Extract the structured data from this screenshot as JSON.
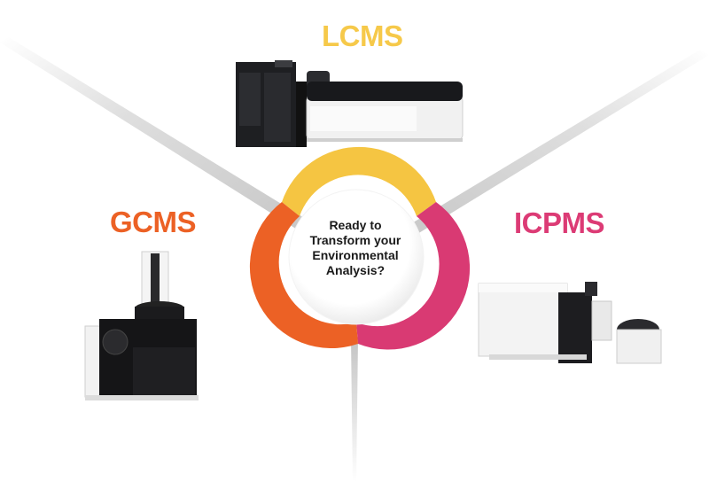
{
  "labels": {
    "lcms": "LCMS",
    "gcms": "GCMS",
    "icpms": "ICPMS"
  },
  "center": {
    "line1": "Ready to",
    "line2": "Transform your",
    "line3": "Environmental",
    "line4": "Analysis?"
  },
  "colors": {
    "lcms": "#f6c94a",
    "gcms": "#ec6125",
    "icpms": "#dc3b75",
    "ring_yellow": "#f5c542",
    "ring_orange": "#ec6125",
    "ring_pink": "#d93a73"
  },
  "instruments": {
    "lcms": "lcms-instrument-image",
    "gcms": "gcms-instrument-image",
    "icpms": "icpms-instrument-image"
  }
}
